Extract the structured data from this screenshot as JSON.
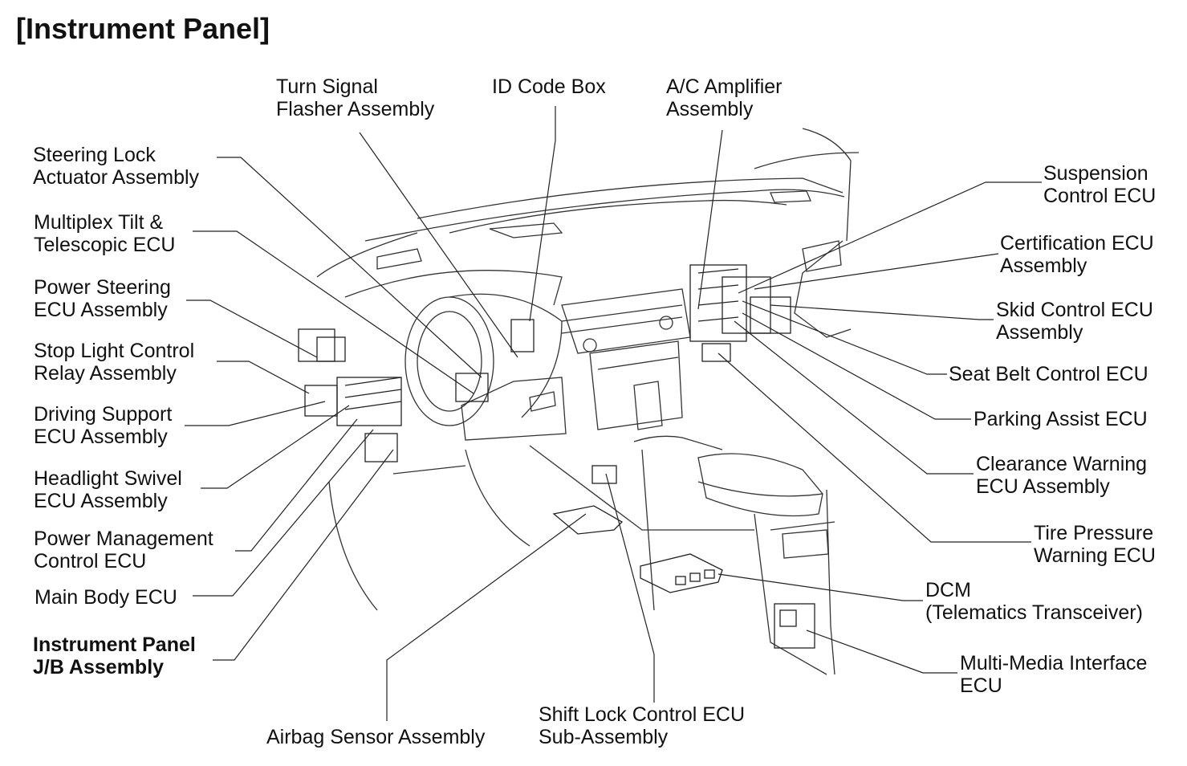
{
  "title": "[Instrument Panel]",
  "labels": {
    "turn_signal": [
      "Turn Signal",
      "Flasher Assembly"
    ],
    "id_code_box": [
      "ID Code Box"
    ],
    "ac_amplifier": [
      "A/C Amplifier",
      "Assembly"
    ],
    "steering_lock": [
      "Steering Lock",
      "Actuator Assembly"
    ],
    "multiplex_tilt": [
      "Multiplex Tilt &",
      "Telescopic ECU"
    ],
    "power_steering": [
      "Power Steering",
      "ECU Assembly"
    ],
    "stop_light": [
      "Stop Light Control",
      "Relay Assembly"
    ],
    "driving_support": [
      "Driving Support",
      "ECU Assembly"
    ],
    "headlight_swivel": [
      "Headlight Swivel",
      "ECU Assembly"
    ],
    "power_management": [
      "Power Management",
      "Control ECU"
    ],
    "main_body": [
      "Main Body ECU"
    ],
    "instrument_jb": [
      "Instrument Panel",
      "J/B Assembly"
    ],
    "airbag_sensor": [
      "Airbag Sensor Assembly"
    ],
    "shift_lock": [
      "Shift Lock Control ECU",
      "Sub-Assembly"
    ],
    "suspension": [
      "Suspension",
      "Control ECU"
    ],
    "certification": [
      "Certification ECU",
      "Assembly"
    ],
    "skid_control": [
      "Skid Control ECU",
      "Assembly"
    ],
    "seat_belt": [
      "Seat Belt Control ECU"
    ],
    "parking_assist": [
      "Parking Assist ECU"
    ],
    "clearance_warning": [
      "Clearance Warning",
      "ECU Assembly"
    ],
    "tire_pressure": [
      "Tire Pressure",
      "Warning ECU"
    ],
    "dcm": [
      "DCM",
      "(Telematics Transceiver)"
    ],
    "multimedia": [
      "Multi-Media Interface",
      "ECU"
    ]
  }
}
